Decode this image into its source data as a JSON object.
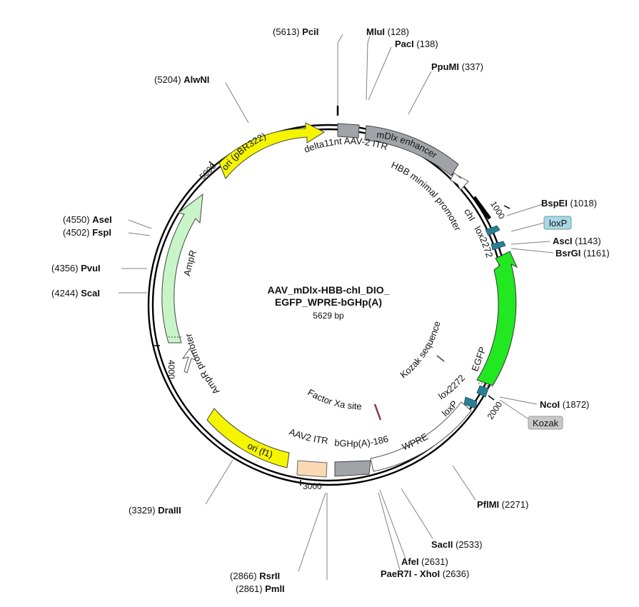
{
  "map": {
    "name_line1": "AAV_mDlx-HBB-chI_DIO_",
    "name_line2": "EGFP_WPRE-bGHp(A)",
    "length": "5629 bp"
  },
  "ticks": [
    "1000",
    "2000",
    "3000",
    "4000",
    "5000"
  ],
  "sites": [
    {
      "id": "PciI",
      "name": "PciI",
      "pos": "5613"
    },
    {
      "id": "MluI",
      "name": "MluI",
      "pos": "128"
    },
    {
      "id": "PacI",
      "name": "PacI",
      "pos": "138"
    },
    {
      "id": "PpuMI",
      "name": "PpuMI",
      "pos": "337"
    },
    {
      "id": "AlwNI",
      "name": "AlwNI",
      "pos": "5204"
    },
    {
      "id": "BspEI",
      "name": "BspEI",
      "pos": "1018"
    },
    {
      "id": "AscI",
      "name": "AscI",
      "pos": "1143"
    },
    {
      "id": "BsrGI",
      "name": "BsrGI",
      "pos": "1161"
    },
    {
      "id": "AseI",
      "name": "AseI",
      "pos": "4550"
    },
    {
      "id": "FspI",
      "name": "FspI",
      "pos": "4502"
    },
    {
      "id": "PvuI",
      "name": "PvuI",
      "pos": "4356"
    },
    {
      "id": "ScaI",
      "name": "ScaI",
      "pos": "4244"
    },
    {
      "id": "NcoI",
      "name": "NcoI",
      "pos": "1872"
    },
    {
      "id": "PflMI",
      "name": "PflMI",
      "pos": "2271"
    },
    {
      "id": "SacII",
      "name": "SacII",
      "pos": "2533"
    },
    {
      "id": "AfeI",
      "name": "AfeI",
      "pos": "2631"
    },
    {
      "id": "PaeR7I-XhoI",
      "name": "PaeR7I - XhoI",
      "pos": "2636"
    },
    {
      "id": "DraIII",
      "name": "DraIII",
      "pos": "3329"
    },
    {
      "id": "RsrII",
      "name": "RsrII",
      "pos": "2866"
    },
    {
      "id": "PmlI",
      "name": "PmlI",
      "pos": "2861"
    }
  ],
  "features": {
    "ori_pbr322": "ori (pBR322)",
    "mdlx_enhancer": "mDlx enhancer",
    "delta_itr": "delta11nt AAV-2 ITR",
    "hbb_promoter": "HBB minimal promoter",
    "chi": "chI",
    "lox2272_top": "lox2272",
    "loxp_badge": "loxP",
    "egfp": "EGFP",
    "kozak_sequence": "Kozak sequence",
    "lox2272_bottom": "lox2272",
    "loxp_bottom": "loxP",
    "kozak_badge": "Kozak",
    "wpre": "WPRE",
    "bghpa": "bGHp(A)-186",
    "aav2_itr": "AAV2 ITR",
    "factor_xa": "Factor Xa site",
    "ori_f1": "ori (f1)",
    "ampr_promoter": "AmpR promoter",
    "ampr": "AmpR"
  },
  "colors": {
    "backbone": "#000000",
    "ori": "#f5f500",
    "grey_feature": "#a0a4a8",
    "egfp": "#22e822",
    "lox": "#2a7f92",
    "ampr": "#c8f5c8",
    "aav2_itr": "#fbd9b4",
    "loxp_badge": "#a8d8e4",
    "kozak_badge": "#c8c8c8"
  }
}
